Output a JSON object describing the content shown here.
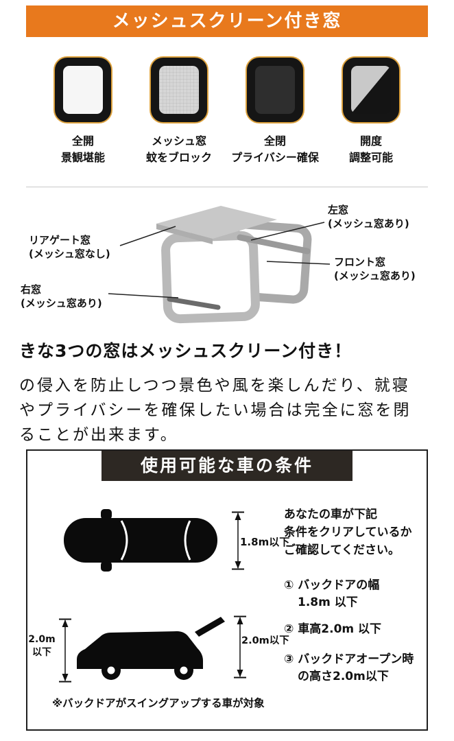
{
  "colors": {
    "banner_bg": "#E8791D",
    "icon_frame_border": "#DDA23E",
    "icon_frame_bg": "#151515",
    "car_box_header_bg": "#2D2823",
    "car_box_border": "#1F1F1F",
    "text": "#111111"
  },
  "banner": {
    "title": "メッシュスクリーン付き窓"
  },
  "window_modes": [
    {
      "style": "open",
      "line1": "全開",
      "line2": "景観堪能"
    },
    {
      "style": "mesh",
      "line1": "メッシュ窓",
      "line2": "蚊をブロック"
    },
    {
      "style": "closed",
      "line1": "全閉",
      "line2": "プライバシー確保"
    },
    {
      "style": "adjustable",
      "line1": "開度",
      "line2": "調整可能"
    }
  ],
  "tent_diagram": {
    "left_window": {
      "line1": "左窓",
      "line2": "(メッシュ窓あり)"
    },
    "rear_gate_window": {
      "line1": "リアゲート窓",
      "line2": "(メッシュ窓なし)"
    },
    "front_window": {
      "line1": "フロント窓",
      "line2": "(メッシュ窓あり)"
    },
    "right_window": {
      "line1": "右窓",
      "line2": "(メッシュ窓あり)"
    }
  },
  "description": {
    "headline": "きな3つの窓はメッシュスクリーン付き！",
    "lines": [
      "の侵入を防止しつつ景色や風を楽しんだり、就寝",
      "やプライバシーを確保したい場合は完全に窓を閉",
      "ることが出来ます。"
    ]
  },
  "car_conditions": {
    "title": "使用可能な車の条件",
    "intro_lines": [
      "あなたの車が下記",
      "条件をクリアしているか",
      "ご確認してください。"
    ],
    "items": [
      {
        "line1": "① バックドアの幅",
        "line2": "1.8m 以下"
      },
      {
        "line1": "② 車高2.0m 以下",
        "line2": ""
      },
      {
        "line1": "③ バックドアオープン時",
        "line2": "の高さ2.0m以下"
      }
    ],
    "dims": {
      "top_view": "1.8m以下",
      "side_left_line1": "2.0m",
      "side_left_line2": "以下",
      "side_right": "2.0m以下"
    },
    "note": "※バックドアがスイングアップする車が対象"
  }
}
